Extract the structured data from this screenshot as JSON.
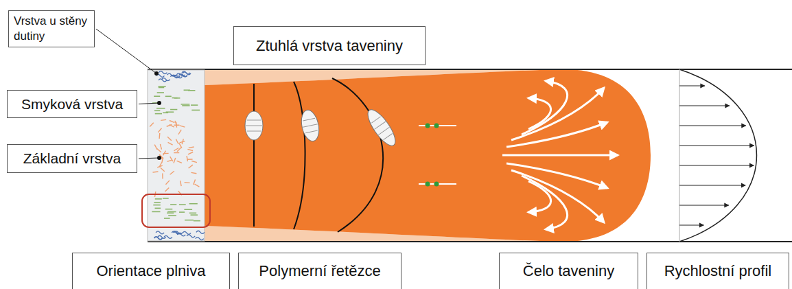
{
  "diagram": {
    "nodes": [
      {
        "text": [
          "Vrstva u stěny dutiny"
        ]
      },
      {
        "text": [
          "Ztuhlá vrstva taveniny"
        ]
      },
      {
        "text": [
          "Smyková vrstva"
        ]
      },
      {
        "text": [
          "Základní vrstva"
        ]
      },
      {
        "text": [
          "Orientace plniva"
        ]
      },
      {
        "text": [
          "Polymerní řetězce"
        ]
      },
      {
        "text": [
          "Čelo taveniny"
        ]
      },
      {
        "text": [
          "Rychlostní profil"
        ]
      }
    ]
  }
}
